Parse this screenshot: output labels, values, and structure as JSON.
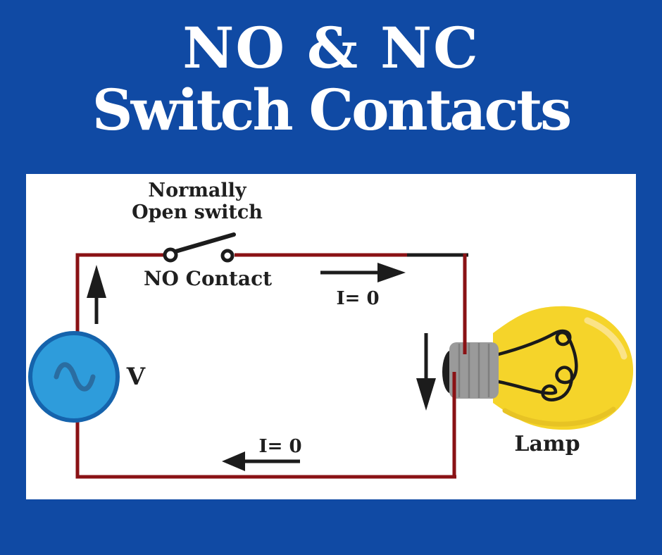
{
  "title": {
    "line1": "NO & NC",
    "line2": "Switch Contacts"
  },
  "diagram": {
    "switch_label_line1": "Normally",
    "switch_label_line2": "Open switch",
    "contact_label": "NO Contact",
    "current_top_label": "I= 0",
    "current_bottom_label": "I= 0",
    "voltage_label": "V",
    "lamp_label": "Lamp"
  },
  "colors": {
    "background_blue": "#104aa4",
    "panel_white": "#ffffff",
    "wire_red": "#8a1215",
    "wire_black": "#1c1c1c",
    "arrow_black": "#1c1c1c",
    "source_fill": "#2e9cdb",
    "source_border": "#1563ac",
    "sine_wave": "#2a6da1",
    "bulb_yellow": "#f5d42a",
    "bulb_highlight": "#fbe387",
    "base_gray": "#9a9a9a",
    "base_cap_black": "#1f1f1f",
    "label_black": "#1f1f1f",
    "title_white": "#ffffff"
  }
}
